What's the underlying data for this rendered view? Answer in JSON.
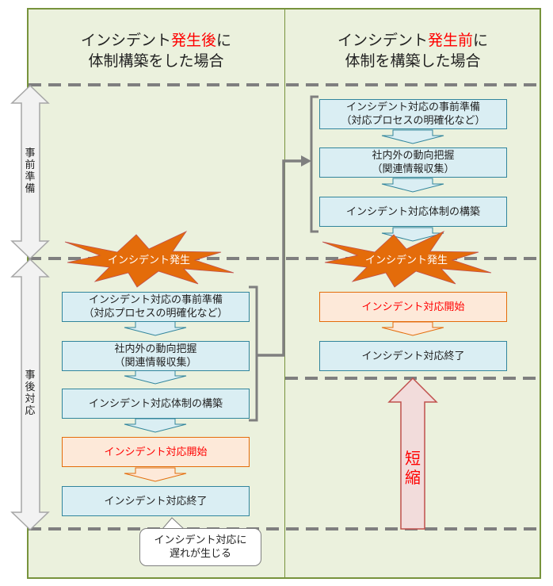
{
  "columns": {
    "left": {
      "title_pre": "インシデント",
      "title_highlight": "発生後",
      "title_post": "に",
      "title_line2": "体制構築をした場合"
    },
    "right": {
      "title_pre": "インシデント",
      "title_highlight": "発生前",
      "title_post": "に",
      "title_line2": "体制を構築した場合"
    }
  },
  "phases": {
    "preparation": "事前準備",
    "response": "事後対応"
  },
  "incident_burst": "インシデント発生",
  "steps": {
    "prep_line1": "インシデント対応の事前準備",
    "prep_line2": "（対応プロセスの明確化など）",
    "trend_line1": "社内外の動向把握",
    "trend_line2": "（関連情報収集）",
    "build": "インシデント対応体制の構築",
    "start": "インシデント対応開始",
    "end": "インシデント対応終了"
  },
  "callout": {
    "line1": "インシデント対応に",
    "line2": "遅れが生じる"
  },
  "shortened_label": "短縮",
  "colors": {
    "panel_bg": "#ebf1dd",
    "panel_border": "#77933c",
    "step_fill": "#daeef3",
    "step_border": "#31859c",
    "start_fill": "#fde9d9",
    "start_border": "#e46c0a",
    "burst": "#e46c0a",
    "highlight_text": "#ff0000",
    "dash_line": "#7f7f7f",
    "shorten_arrow_fill": "#f2dcdb",
    "shorten_arrow_border": "#c0504d"
  }
}
